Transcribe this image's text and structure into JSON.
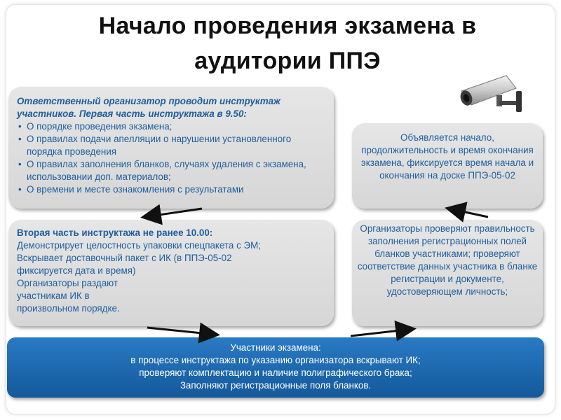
{
  "title": "Начало проведения экзамена в аудитории ППЭ",
  "box1": {
    "header": "Ответственный организатор проводит инструктаж участников. Первая часть инструктажа в 9.50:",
    "items": [
      "О порядке проведения экзамена;",
      "О правилах подачи апелляции о нарушении установленного порядка проведения",
      "О правилах заполнения бланков, случаях удаления с экзамена, использовании доп. материалов;",
      "О времени и месте ознакомления с результатами"
    ]
  },
  "box2": {
    "text": "Объявляется начало, продолжительность и время окончания экзамена, фиксируется время начала и окончания на доске ППЭ-05-02"
  },
  "box3": {
    "header": "Вторая часть инструктажа не ранее 10.00:",
    "lines": [
      "Демонстрирует целостность упаковки спецпакета с ЭМ;",
      "Вскрывает доставочный пакет с ИК (в ППЭ-05-02 фиксируется дата и время)",
      "Организаторы раздают участникам ИК в произвольном порядке."
    ]
  },
  "box4": {
    "text": "Организаторы проверяют правильность заполнения регистрационных полей бланков участниками; проверяют соответствие данных участника в бланке регистрации и документе, удостоверяющем личность;"
  },
  "box5": {
    "lines": [
      "Участники экзамена:",
      "в процессе инструктажа по указанию организатора вскрывают ИК;",
      "проверяют комплектацию и наличие полиграфического брака;",
      "Заполняют регистрационные поля бланков."
    ]
  },
  "icons": {
    "camera": "security-camera-icon"
  },
  "colors": {
    "box_text": "#1f5e9e",
    "bottom_bar": "#1b66ad",
    "arrow": "#111111"
  }
}
